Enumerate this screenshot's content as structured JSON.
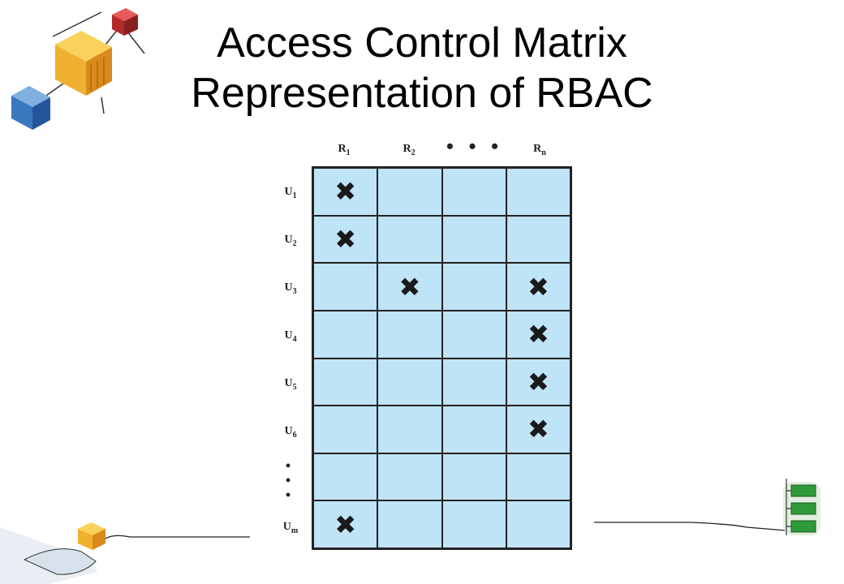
{
  "title": {
    "line1": "Access Control Matrix",
    "line2": "Representation of RBAC"
  },
  "matrix": {
    "columns": [
      {
        "base": "R",
        "sub": "1"
      },
      {
        "base": "R",
        "sub": "2"
      },
      {
        "base": "",
        "sub": ""
      },
      {
        "base": "R",
        "sub": "n"
      }
    ],
    "column_ellipsis": "• • •",
    "rows": [
      {
        "base": "U",
        "sub": "1",
        "marks": [
          true,
          false,
          false,
          false
        ]
      },
      {
        "base": "U",
        "sub": "2",
        "marks": [
          true,
          false,
          false,
          false
        ]
      },
      {
        "base": "U",
        "sub": "3",
        "marks": [
          false,
          true,
          false,
          true
        ]
      },
      {
        "base": "U",
        "sub": "4",
        "marks": [
          false,
          false,
          false,
          true
        ]
      },
      {
        "base": "U",
        "sub": "5",
        "marks": [
          false,
          false,
          false,
          true
        ]
      },
      {
        "base": "U",
        "sub": "6",
        "marks": [
          false,
          false,
          false,
          true
        ]
      },
      {
        "base": "",
        "sub": "",
        "marks": [
          false,
          false,
          false,
          false
        ]
      },
      {
        "base": "U",
        "sub": "m",
        "marks": [
          true,
          false,
          false,
          false
        ]
      }
    ],
    "row_ellipsis": "•",
    "mark_glyph": "✖",
    "cell_color": "#bfe3f7",
    "border_color": "#222222"
  },
  "decorations": {
    "top_left": "network-cubes-illustration",
    "bottom_left": "hand-holding-cube-illustration",
    "bottom_right": "green-server-stack-illustration"
  }
}
